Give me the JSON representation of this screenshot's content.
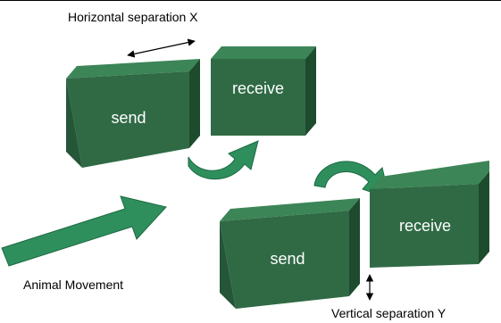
{
  "labels": {
    "horizontal": "Horizontal separation X",
    "vertical": "Vertical separation Y",
    "movement": "Animal Movement"
  },
  "boxes": {
    "send_top": "send",
    "receive_top": "receive",
    "send_bottom": "send",
    "receive_bottom": "receive"
  },
  "colors": {
    "box_front": "#2f6a45",
    "box_top": "#3c8557",
    "box_side": "#1d4b2e",
    "arrow_fill": "#2e8f5c",
    "text_on_box": "#ffffff"
  }
}
